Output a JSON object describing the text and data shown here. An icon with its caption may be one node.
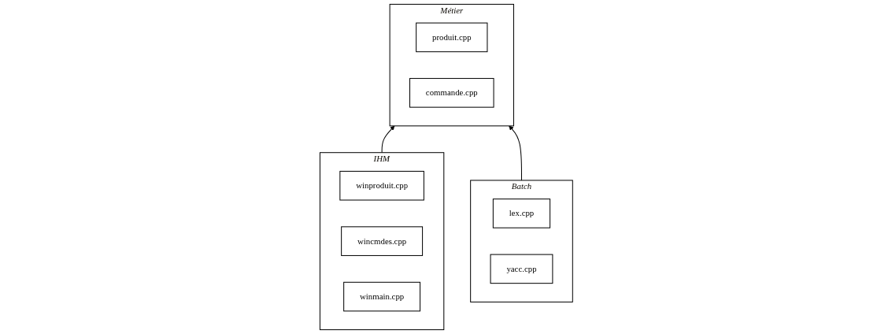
{
  "diagram": {
    "nodes": [
      {
        "text": [
          "Métier"
        ]
      },
      {
        "text": [
          "produit.cpp"
        ],
        "in": 0
      },
      {
        "text": [
          "commande.cpp"
        ],
        "in": 0
      },
      {
        "text": [
          "IHM"
        ]
      },
      {
        "text": [
          "winproduit.cpp"
        ],
        "in": 3
      },
      {
        "text": [
          "wincmdes.cpp"
        ],
        "in": 3
      },
      {
        "text": [
          "winmain.cpp"
        ],
        "in": 3
      },
      {
        "text": [
          "Batch"
        ]
      },
      {
        "text": [
          "lex.cpp"
        ],
        "in": 7
      },
      {
        "text": [
          "yacc.cpp"
        ],
        "in": 7
      }
    ],
    "edges": [
      {
        "from": 3,
        "to": 0,
        "arrow": "to"
      },
      {
        "from": 7,
        "to": 0,
        "arrow": "to"
      }
    ]
  }
}
